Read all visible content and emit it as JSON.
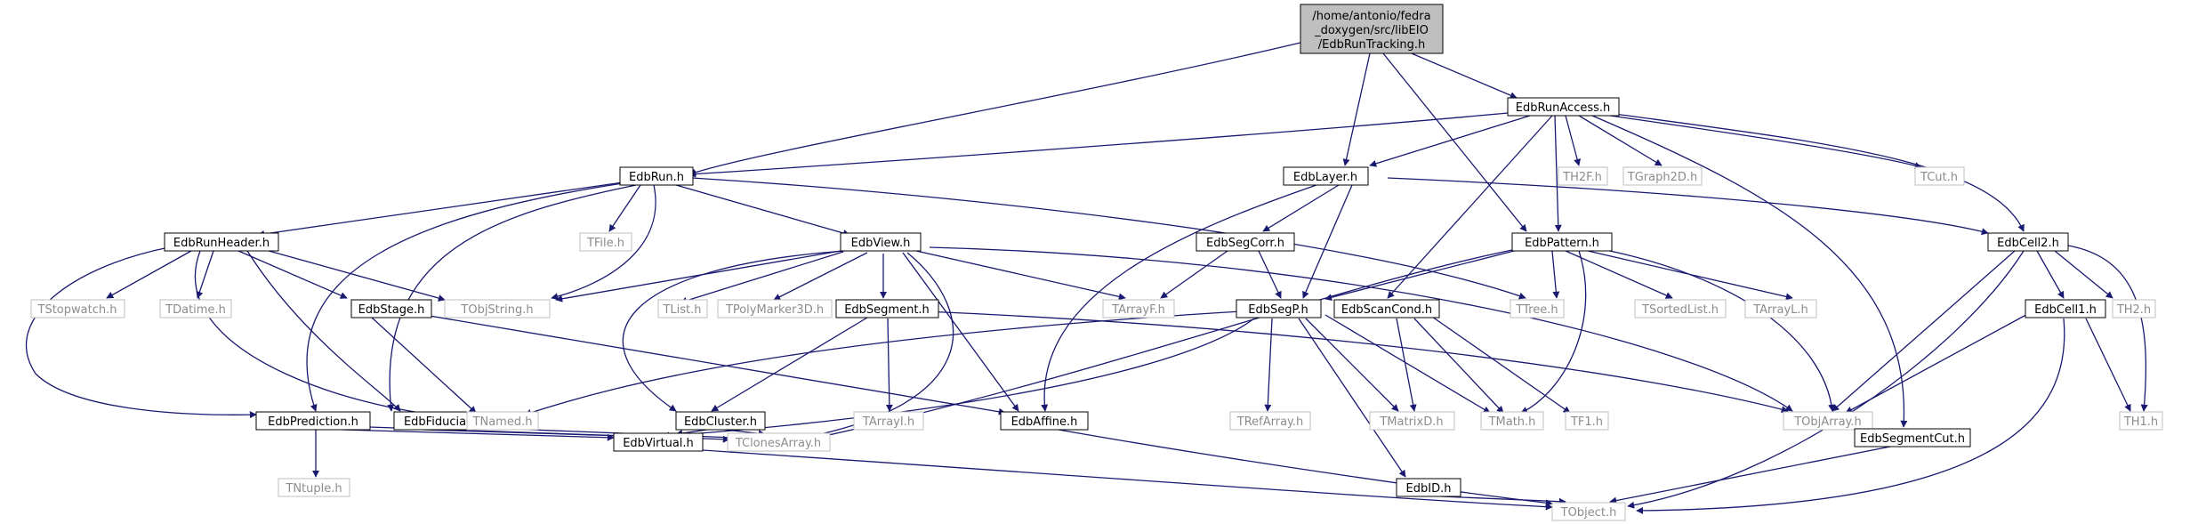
{
  "colors": {
    "edge": "#191970",
    "root_fill": "#bfbfbf",
    "node_border": "#000000",
    "external_border": "#bfbfbf",
    "external_text": "#8c8c8c"
  },
  "nodes": {
    "root": {
      "lines": [
        "/home/antonio/fedra",
        "_doxygen/src/libEIO",
        "/EdbRunTracking.h"
      ]
    },
    "edbrunaccess": {
      "label": "EdbRunAccess.h"
    },
    "edbrun": {
      "label": "EdbRun.h"
    },
    "edblayer": {
      "label": "EdbLayer.h"
    },
    "edbpattern": {
      "label": "EdbPattern.h"
    },
    "edbcell2": {
      "label": "EdbCell2.h"
    },
    "th2f": {
      "label": "TH2F.h"
    },
    "tgraph2d": {
      "label": "TGraph2D.h"
    },
    "tcut": {
      "label": "TCut.h"
    },
    "edbrunheader": {
      "label": "EdbRunHeader.h"
    },
    "tfile": {
      "label": "TFile.h"
    },
    "edbview": {
      "label": "EdbView.h"
    },
    "edbsegcorr": {
      "label": "EdbSegCorr.h"
    },
    "tstopwatch": {
      "label": "TStopwatch.h"
    },
    "tdatime": {
      "label": "TDatime.h"
    },
    "edbstage": {
      "label": "EdbStage.h"
    },
    "tobjstring": {
      "label": "TObjString.h"
    },
    "tlist": {
      "label": "TList.h"
    },
    "tpolymarker3d": {
      "label": "TPolyMarker3D.h"
    },
    "edbsegment": {
      "label": "EdbSegment.h"
    },
    "tarrayf": {
      "label": "TArrayF.h"
    },
    "edbsegp": {
      "label": "EdbSegP.h"
    },
    "edbscancond": {
      "label": "EdbScanCond.h"
    },
    "ttree": {
      "label": "TTree.h"
    },
    "tsortedlist": {
      "label": "TSortedList.h"
    },
    "tarrayl": {
      "label": "TArrayL.h"
    },
    "edbcell1": {
      "label": "EdbCell1.h"
    },
    "th2": {
      "label": "TH2.h"
    },
    "edbprediction": {
      "label": "EdbPrediction.h"
    },
    "edbfiducial": {
      "label": "EdbFiducial.h"
    },
    "tnamed": {
      "label": "TNamed.h"
    },
    "edbcluster": {
      "label": "EdbCluster.h"
    },
    "tarrayi": {
      "label": "TArrayI.h"
    },
    "edbaffine": {
      "label": "EdbAffine.h"
    },
    "trefarray": {
      "label": "TRefArray.h"
    },
    "tmatrixd": {
      "label": "TMatrixD.h"
    },
    "tmath": {
      "label": "TMath.h"
    },
    "tf1": {
      "label": "TF1.h"
    },
    "tobjarray": {
      "label": "TObjArray.h"
    },
    "th1": {
      "label": "TH1.h"
    },
    "tntuple": {
      "label": "TNtuple.h"
    },
    "edbvirtual": {
      "label": "EdbVirtual.h"
    },
    "tclonesarray": {
      "label": "TClonesArray.h"
    },
    "edbid": {
      "label": "EdbID.h"
    },
    "edbsegmentcut": {
      "label": "EdbSegmentCut.h"
    },
    "tobject": {
      "label": "TObject.h"
    }
  }
}
